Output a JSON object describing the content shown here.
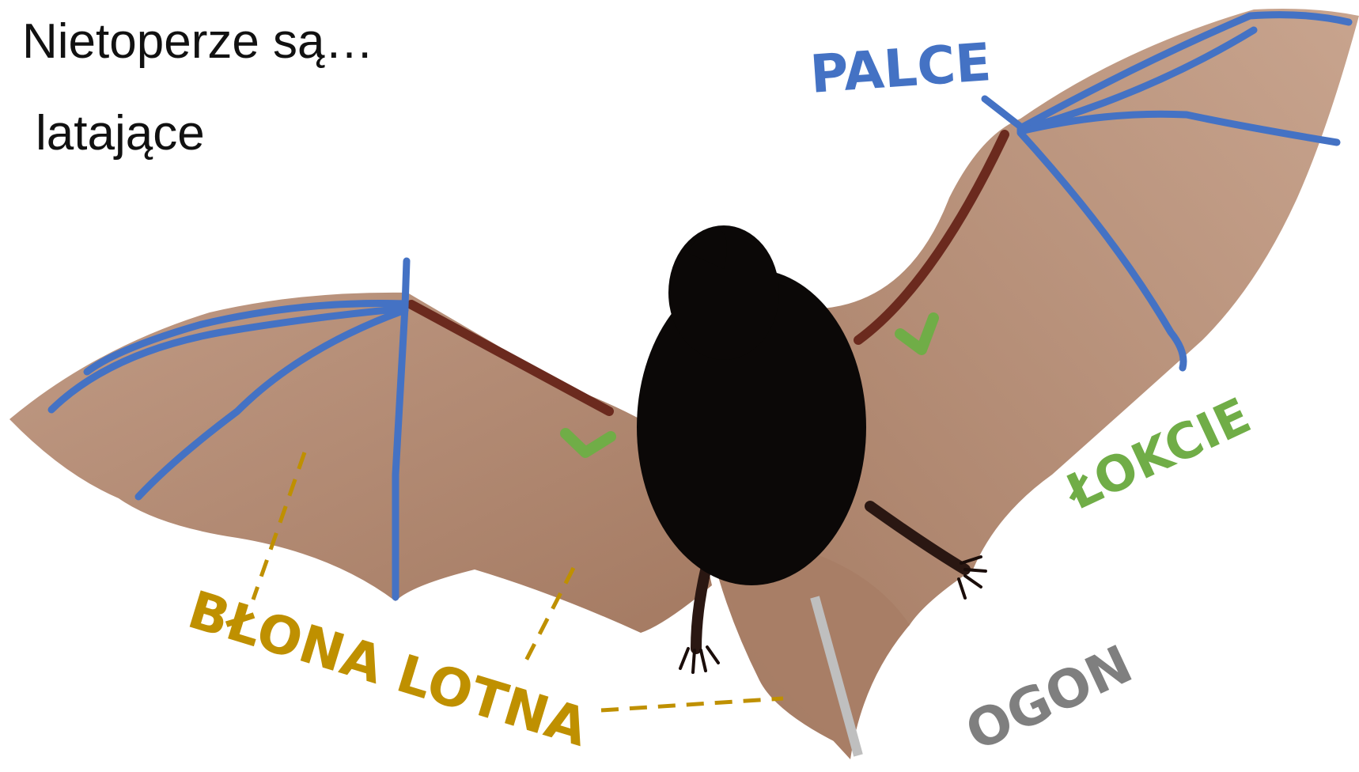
{
  "title_line1": "Nietoperze są…",
  "title_line2": "latające",
  "labels": {
    "fingers": "PALCE",
    "elbows": "ŁOKCIE",
    "membrane": "BŁONA LOTNA",
    "tail": "OGON"
  },
  "colors": {
    "fingers": "#4472C4",
    "elbows": "#70AD47",
    "membrane": "#BF9000",
    "tail": "#7F7F7F",
    "tail_marker": "#BFBFBF",
    "wing": "#B58C74",
    "body": "#0B0807"
  }
}
